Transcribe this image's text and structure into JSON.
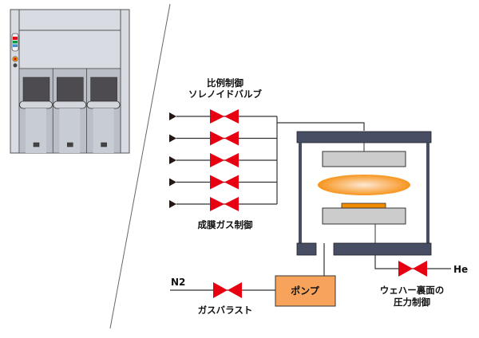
{
  "colors": {
    "valve": "#e60012",
    "line": "#333333",
    "chamber_frame": "#474e64",
    "electrode": "#cccccc",
    "wafer": "#f08c00",
    "plasma_center": "#fde8d4",
    "plasma_edge": "#f7941d",
    "pump_fill": "#f7a35c",
    "equipment_body": "#d9dbe3",
    "equipment_door": "#b9bec7",
    "equipment_window": "#4d4a50"
  },
  "labels": {
    "proportional_valve_line1": "比例制御",
    "proportional_valve_line2": "ソレノイドバルブ",
    "deposition_gas_control": "成膜ガス制御",
    "pump": "ポンプ",
    "n2": "N2",
    "gas_ballast": "ガスバラスト",
    "he": "He",
    "wafer_backside_line1": "ウェハー裏面の",
    "wafer_backside_line2": "圧力制御"
  },
  "gas_lines": [
    {
      "id": 1
    },
    {
      "id": 2
    },
    {
      "id": 3
    },
    {
      "id": 4
    },
    {
      "id": 5
    }
  ],
  "equipment": {
    "status_lights": [
      "#e60012",
      "#00a040",
      "#3a8fd8"
    ],
    "load_ports": 3
  }
}
